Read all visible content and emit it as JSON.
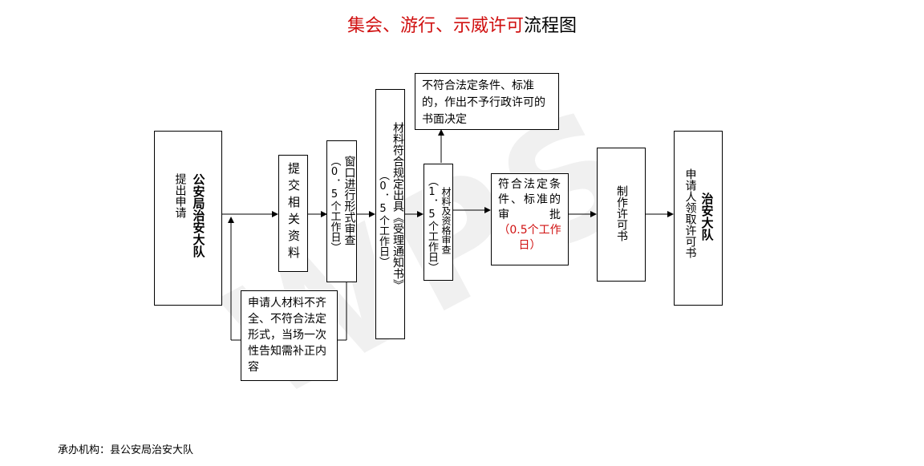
{
  "title": {
    "red_part": "集会、游行、示威许可",
    "black_part": "流程图"
  },
  "watermark": "WPS",
  "boxes": {
    "start_bold": "公安局治安大队",
    "start_normal": "提出申请",
    "submit": "提交相关资料",
    "window_main": "窗口进行形式审查",
    "window_time": "（0．5个工作日）",
    "accept_main": "材料符合规定出具《受理通知书》",
    "accept_time": "（0．5个工作日）",
    "review_main": "材料及资格审查",
    "review_time": "（1．5个工作日）",
    "approve_main": "符合法定条件、标准的审批",
    "approve_time": "（0.5个工作日）",
    "make": "制作许可书",
    "end_normal": "申请人领取许可书",
    "end_bold": "治安大队",
    "reject": "不符合法定条件、标准的，作出不予行政许可的书面决定",
    "incomplete": "申请人材料不齐全、不符合法定形式，当场一次性告知需补正内容"
  },
  "footer": "承办机构：县公安局治安大队"
}
